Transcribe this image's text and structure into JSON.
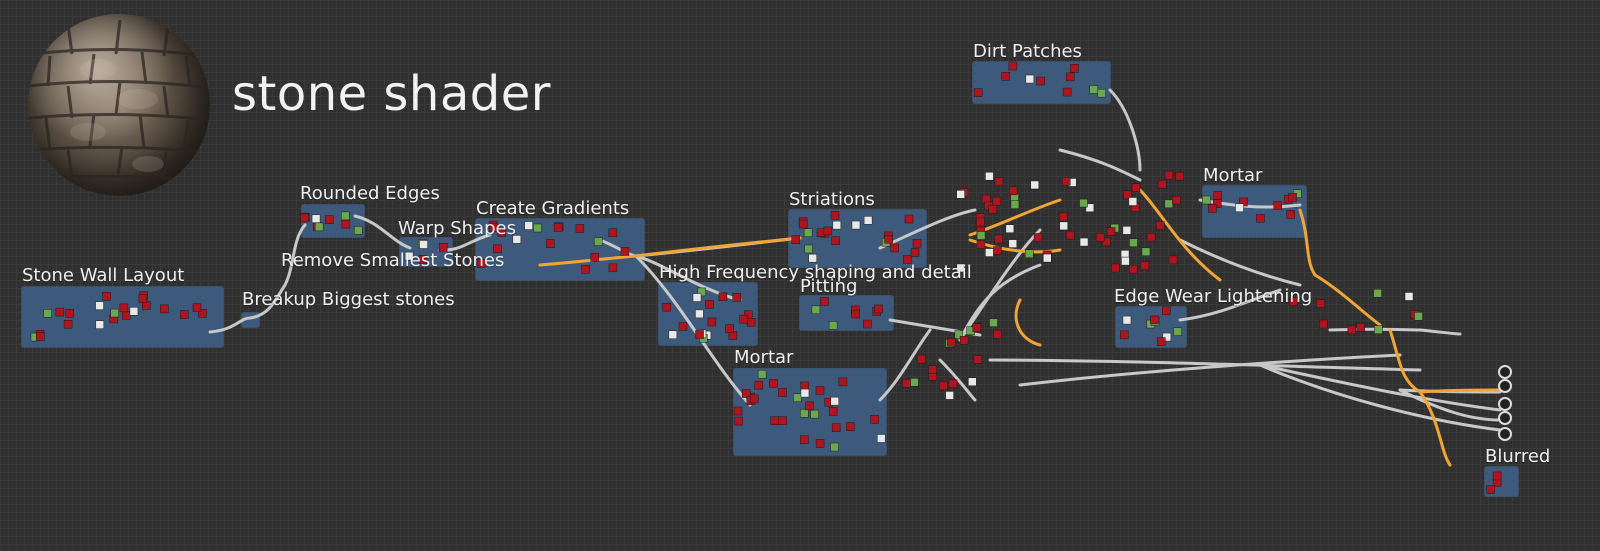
{
  "title": "stone shader",
  "colors": {
    "background": "#303030",
    "frame": "#3d5a7d",
    "wire": "#c8c8c8",
    "wire_highlight": "#f0a535",
    "node_red": "#b0141e",
    "node_white": "#e8e8e8",
    "node_green": "#6aa84f"
  },
  "frames": {
    "stone_wall_layout": "Stone Wall Layout",
    "breakup_biggest_stones": "Breakup Biggest stones",
    "rounded_edges": "Rounded Edges",
    "remove_smallest_stones": "Remove Smallest Stones",
    "warp_shapes": "Warp Shapes",
    "create_gradients": "Create Gradients",
    "high_frequency": "High Frequency shaping and detail",
    "striations": "Striations",
    "pitting": "Pitting",
    "mortar_bottom": "Mortar",
    "dirt_patches": "Dirt Patches",
    "mortar_top": "Mortar",
    "edge_wear": "Edge Wear Lightening",
    "blurred": "Blurred"
  }
}
